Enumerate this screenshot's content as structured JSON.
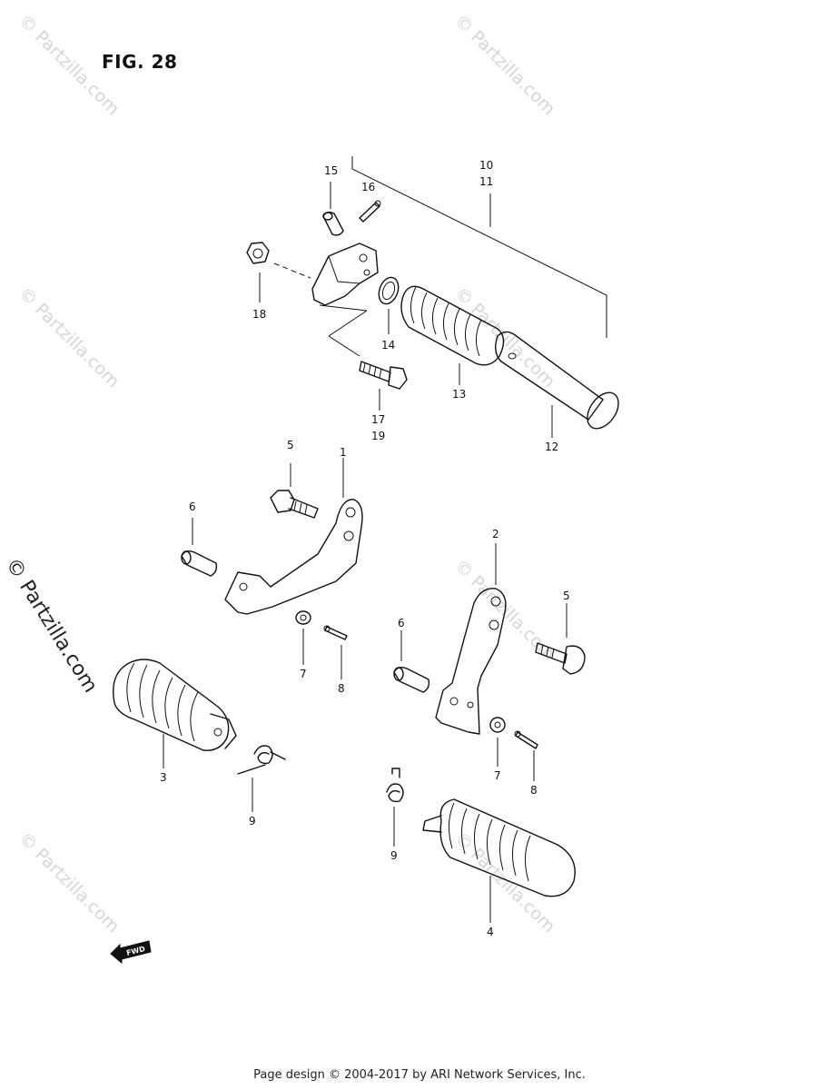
{
  "figure_title": "FIG. 28",
  "footer": "Page design © 2004-2017 by ARI Network Services, Inc.",
  "watermark_text": "© Partzilla.com",
  "fwd_label": "FWD",
  "callouts": {
    "c1": "1",
    "c2": "2",
    "c3": "3",
    "c4": "4",
    "c5a": "5",
    "c5b": "5",
    "c6a": "6",
    "c6b": "6",
    "c7a": "7",
    "c7b": "7",
    "c8a": "8",
    "c8b": "8",
    "c9a": "9",
    "c9b": "9",
    "c10": "10",
    "c11": "11",
    "c12": "12",
    "c13": "13",
    "c14": "14",
    "c15": "15",
    "c16": "16",
    "c17": "17",
    "c18": "18",
    "c19": "19"
  },
  "colors": {
    "ink": "#111111",
    "watermark": "#d6d6d6"
  }
}
